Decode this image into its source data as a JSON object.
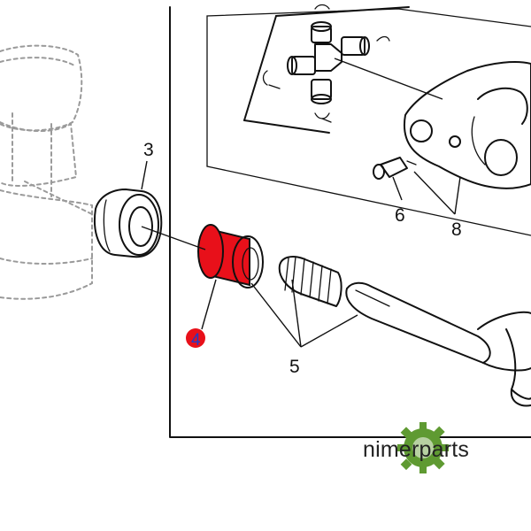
{
  "diagram": {
    "callouts": {
      "c3": "3",
      "c4": "4",
      "c5": "5",
      "c6": "6",
      "c8": "8"
    },
    "highlight_color": "#e8101a",
    "brand": {
      "name": "nimerparts",
      "gear_color": "#5f9a32"
    }
  }
}
